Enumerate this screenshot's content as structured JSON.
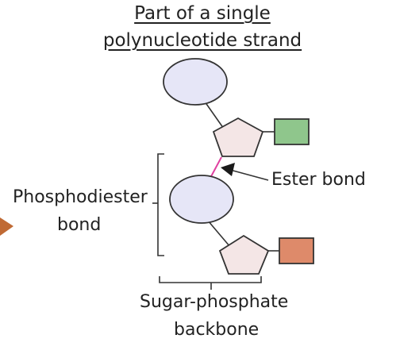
{
  "title": {
    "line1": "Part of a single",
    "line2": "polynucleotide strand"
  },
  "labels": {
    "phosphodiester_line1": "Phosphodiester",
    "phosphodiester_line2": "bond",
    "ester_bond": "Ester bond",
    "backbone_line1": "Sugar-phosphate",
    "backbone_line2": "backbone"
  },
  "colors": {
    "phosphate": "#e6e6f7",
    "sugar": "#f4e6e6",
    "base_top": "#8fc68c",
    "base_bottom": "#de8a6a",
    "bond": "#e040a0",
    "line": "#333333",
    "arrow_tip": "#c06a34"
  }
}
